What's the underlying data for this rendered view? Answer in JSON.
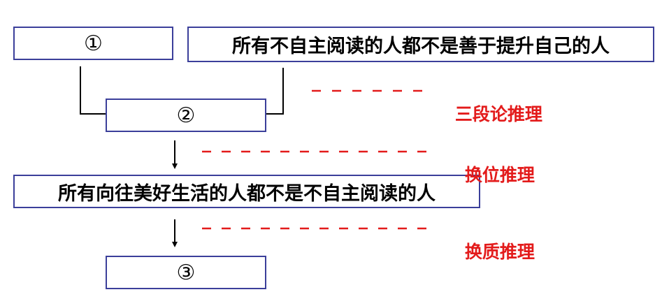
{
  "boxes": {
    "premise_1": "①",
    "premise_2": "所有不自主阅读的人都不是善于提升自己的人",
    "conclusion_2": "②",
    "statement": "所有向往美好生活的人都不是不自主阅读的人",
    "conclusion_3": "③"
  },
  "annotations": {
    "syllogism": "三段论推理",
    "conversion": "换位推理",
    "obversion": "换质推理"
  },
  "colors": {
    "box_border": "#3b3f9a",
    "annotation_text": "#e31b1b",
    "dash": "#e31b1b",
    "connector": "#000000"
  }
}
